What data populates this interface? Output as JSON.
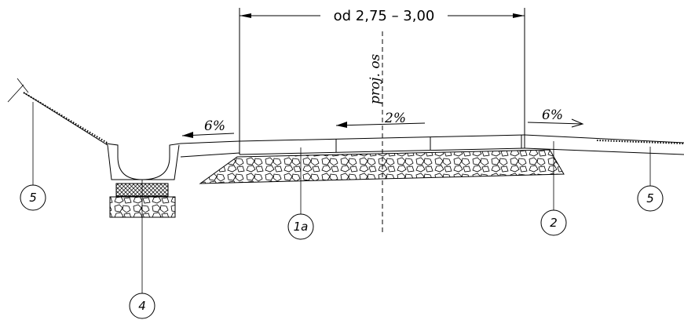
{
  "dimension": {
    "text": "od 2,75 – 3,00"
  },
  "axis_label": "proj. os",
  "slopes": {
    "left": "6%",
    "center": "2%",
    "right": "6%"
  },
  "callouts": {
    "c1a": "1a",
    "c2": "2",
    "c4": "4",
    "c5_left": "5",
    "c5_right": "5"
  }
}
